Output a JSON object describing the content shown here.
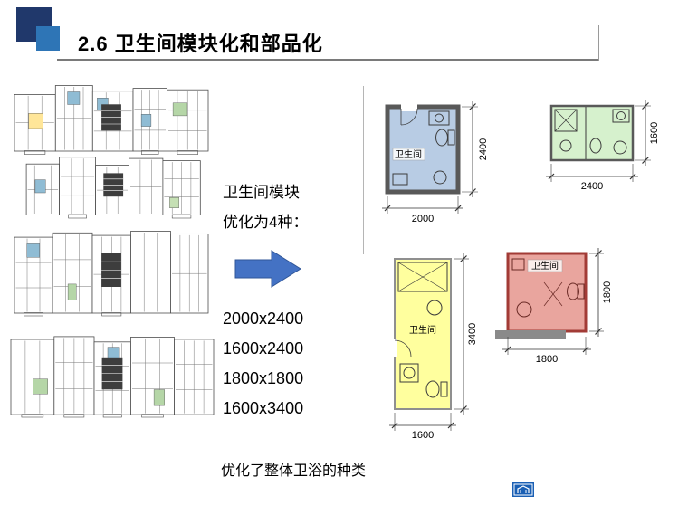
{
  "slide": {
    "title": "2.6  卫生间模块化和部品化"
  },
  "middle": {
    "intro_line1": "卫生间模块",
    "intro_line2": "优化为4种：",
    "arrow_color": "#4472c4",
    "sizes": [
      "2000x2400",
      "1600x2400",
      "1800x1800",
      "1600x3400"
    ],
    "conclusion": "优化了整体卫浴的种类"
  },
  "modules": {
    "blue": {
      "label": "卫生间",
      "width": "2000",
      "height": "2400",
      "fill": "#b8cce4"
    },
    "green": {
      "width": "2400",
      "height": "1600",
      "fill": "#d6f1cd"
    },
    "yellow": {
      "label": "卫生间",
      "width": "1600",
      "height": "3400",
      "fill": "#ffff9e"
    },
    "red": {
      "label": "卫生间",
      "width": "1800",
      "height": "1800",
      "fill": "#e9a59e"
    }
  },
  "footer": {
    "logo_color": "#1a5fb4"
  }
}
